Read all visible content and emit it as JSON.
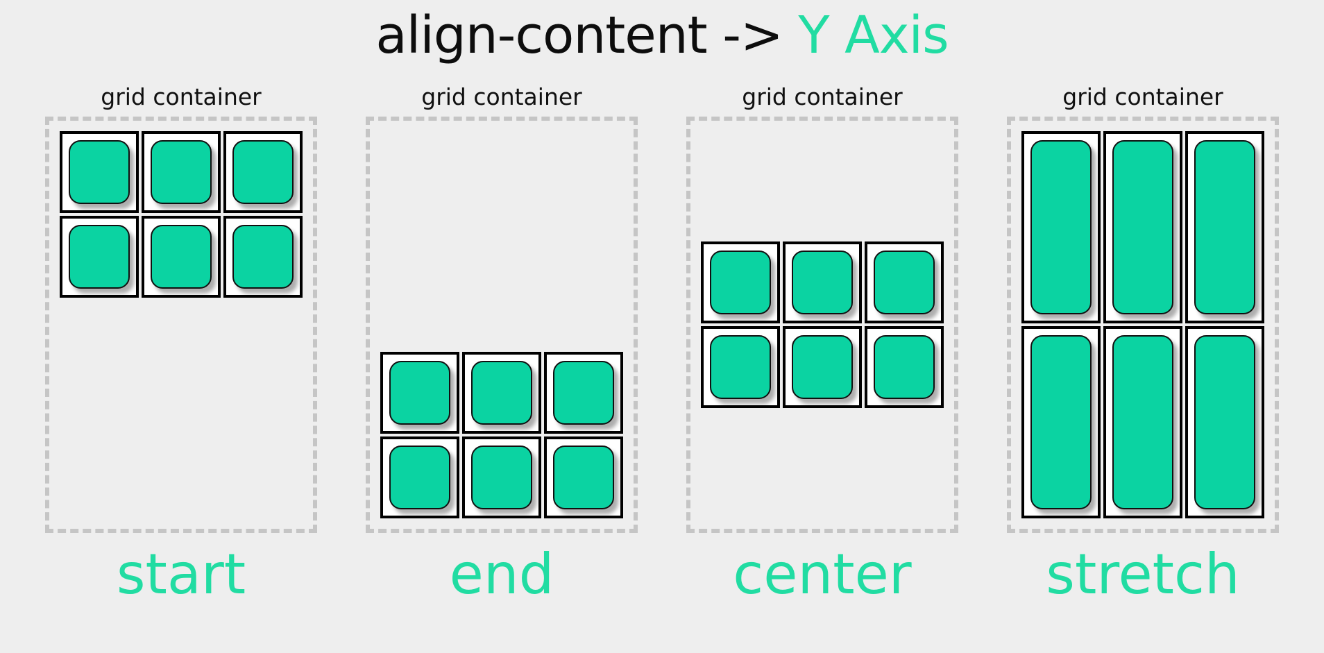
{
  "title": {
    "property_text": "align-content -> ",
    "axis_text": "Y Axis"
  },
  "colors": {
    "background": "#eeeeee",
    "accent": "#21dca2",
    "item_fill": "#0bd3a2",
    "dashed_border": "#c5c5c5",
    "cell_border": "#000000",
    "title_text": "#0d0d0d"
  },
  "panels": [
    {
      "container_label": "grid container",
      "value_label": "start",
      "alignment": "start",
      "item_count": 6,
      "columns": 3,
      "rows": 2
    },
    {
      "container_label": "grid container",
      "value_label": "end",
      "alignment": "end",
      "item_count": 6,
      "columns": 3,
      "rows": 2
    },
    {
      "container_label": "grid container",
      "value_label": "center",
      "alignment": "center",
      "item_count": 6,
      "columns": 3,
      "rows": 2
    },
    {
      "container_label": "grid container",
      "value_label": "stretch",
      "alignment": "stretch",
      "item_count": 6,
      "columns": 3,
      "rows": 2
    }
  ]
}
